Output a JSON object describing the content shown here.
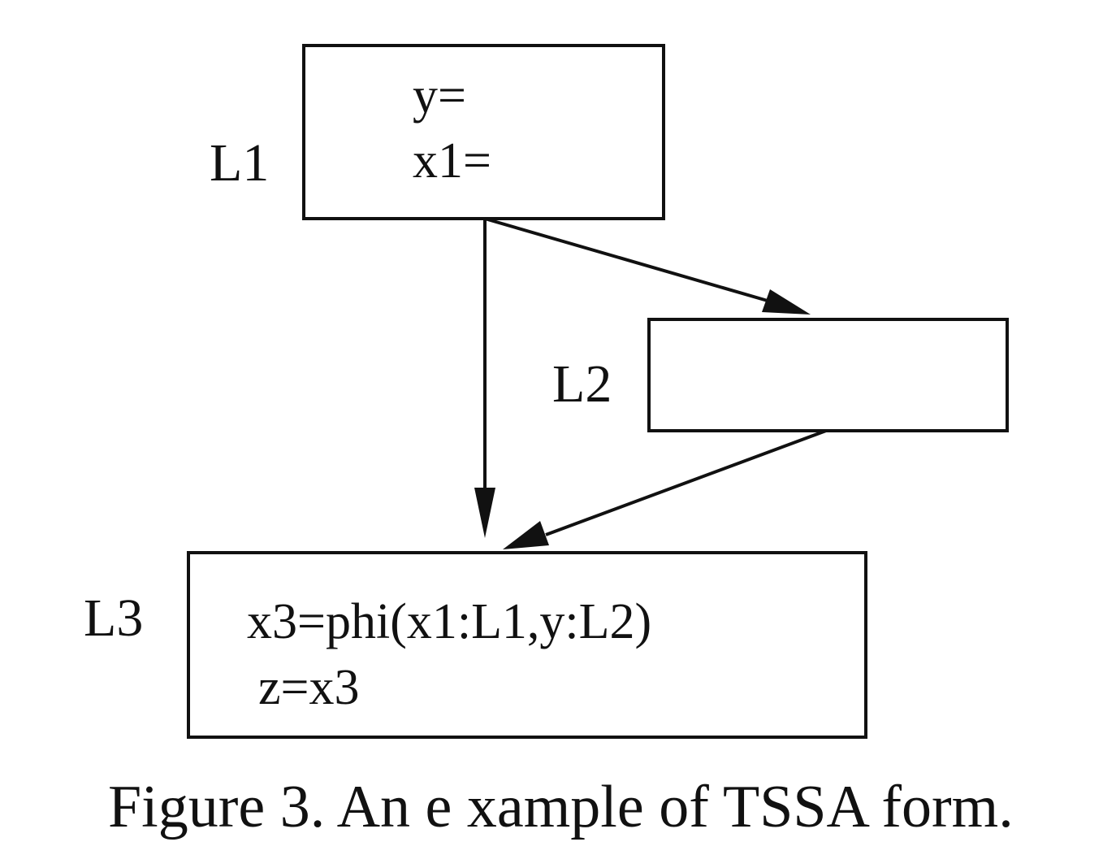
{
  "nodes": {
    "l1": {
      "label": "L1",
      "lines": [
        "y=",
        "x1="
      ]
    },
    "l2": {
      "label": "L2",
      "lines": []
    },
    "l3": {
      "label": "L3",
      "lines": [
        "x3=phi(x1:L1,y:L2)",
        "z=x3"
      ]
    }
  },
  "edges": [
    {
      "from": "L1",
      "to": "L3"
    },
    {
      "from": "L1",
      "to": "L2"
    },
    {
      "from": "L2",
      "to": "L3"
    }
  ],
  "caption": "Figure 3. An e xample of TSSA form."
}
